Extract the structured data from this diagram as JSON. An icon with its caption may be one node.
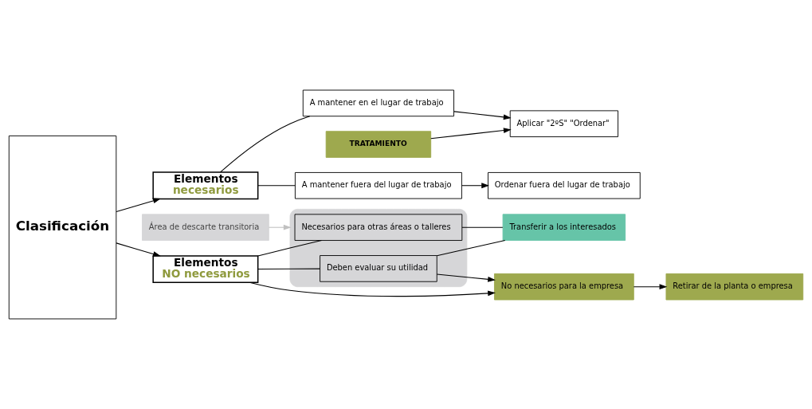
{
  "diagram": {
    "nodes": [
      {
        "text": [
          "Clasificación"
        ]
      },
      {
        "text": [
          "Elementos",
          "necesarios"
        ]
      },
      {
        "text": [
          "A mantener en el lugar de trabajo"
        ]
      },
      {
        "text": [
          "A mantener fuera del lugar de trabajo"
        ]
      },
      {
        "text": [
          "TRATAMIENTO"
        ]
      },
      {
        "text": [
          "Aplicar \"2ºS\" \"Ordenar\""
        ]
      },
      {
        "text": [
          "Ordenar fuera del lugar de trabajo"
        ]
      },
      {
        "text": [
          "Área de descarte transitoria"
        ]
      },
      {
        "text": [],
        "shape": "ellipse"
      },
      {
        "text": [
          "Necesarios para otras áreas o talleres"
        ],
        "in": 8
      },
      {
        "text": [
          "Transferir a los interesados"
        ]
      },
      {
        "text": [
          "Deben evaluar su utilidad"
        ],
        "in": 8
      },
      {
        "text": [
          "Elementos",
          "NO necesarios"
        ]
      },
      {
        "text": [
          "No necesarios para la empresa"
        ]
      },
      {
        "text": [
          "Retirar de la planta o empresa"
        ]
      }
    ],
    "edges": [
      {
        "from": 0,
        "to": 1,
        "arrow": "to"
      },
      {
        "from": 0,
        "to": 12,
        "arrow": "to"
      },
      {
        "from": 1,
        "to": 2,
        "arrow": "none"
      },
      {
        "from": 1,
        "to": 3,
        "arrow": "none"
      },
      {
        "from": 2,
        "to": 5,
        "arrow": "to"
      },
      {
        "from": 3,
        "to": 6,
        "arrow": "to"
      },
      {
        "from": 4,
        "to": 5,
        "arrow": "to"
      },
      {
        "from": 7,
        "to": 8,
        "arrow": "to",
        "color": "#c0c0c0"
      },
      {
        "from": 12,
        "to": 9,
        "arrow": "none"
      },
      {
        "from": 12,
        "to": 11,
        "arrow": "none"
      },
      {
        "from": 12,
        "to": 13,
        "arrow": "to"
      },
      {
        "from": 9,
        "to": 10,
        "arrow": "none"
      },
      {
        "from": 11,
        "to": 10,
        "arrow": "none"
      },
      {
        "from": 11,
        "to": 13,
        "arrow": "to"
      },
      {
        "from": 13,
        "to": 14,
        "arrow": "to"
      }
    ]
  }
}
